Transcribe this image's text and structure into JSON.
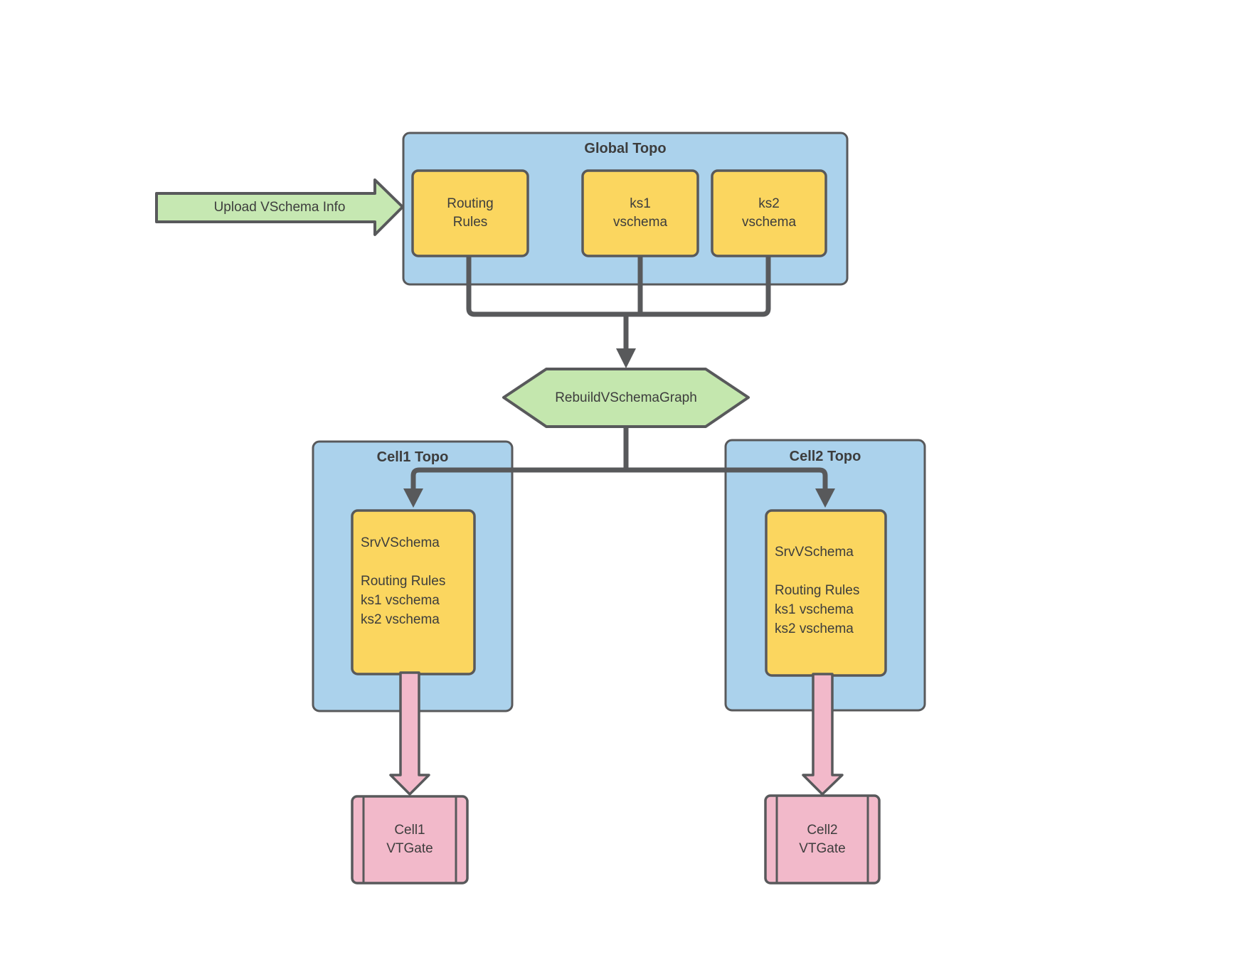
{
  "diagram": {
    "upload_arrow": {
      "label": "Upload VSchema Info"
    },
    "global_topo": {
      "title": "Global Topo",
      "routing_rules": "Routing\nRules",
      "ks1": "ks1\nvschema",
      "ks2": "ks2\nvschema"
    },
    "rebuild": {
      "label": "RebuildVSchemaGraph"
    },
    "cell1": {
      "title": "Cell1 Topo",
      "srv_vschema": "SrvVSchema\n\nRouting Rules\nks1 vschema\nks2 vschema",
      "vtgate": "Cell1\nVTGate"
    },
    "cell2": {
      "title": "Cell2 Topo",
      "srv_vschema": "SrvVSchema\n\nRouting Rules\nks1 vschema\nks2 vschema",
      "vtgate": "Cell2\nVTGate"
    },
    "colors": {
      "container_blue": "#abd2ec",
      "node_yellow": "#fbd65f",
      "accent_green": "#c4e7ae",
      "accent_pink": "#f2b9ca",
      "stroke_gray": "#58595b",
      "text_gray": "#3d3d3d"
    }
  }
}
